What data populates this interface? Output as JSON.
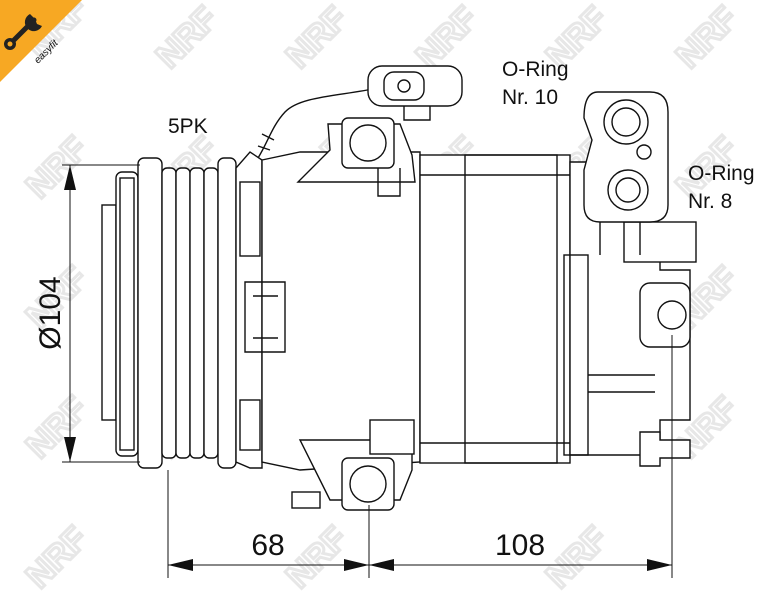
{
  "brand": {
    "badge_text": "easyfit",
    "badge_color": "#f7a823",
    "watermark_text": "NRF"
  },
  "labels": {
    "pulley": "5PK",
    "oring_large_1": "O-Ring",
    "oring_large_2": "Nr. 10",
    "oring_small_1": "O-Ring",
    "oring_small_2": "Nr. 8"
  },
  "dimensions": {
    "diameter": "Ø104",
    "width_left": "68",
    "width_right": "108"
  },
  "icons": {
    "badge": "wrench-icon"
  }
}
